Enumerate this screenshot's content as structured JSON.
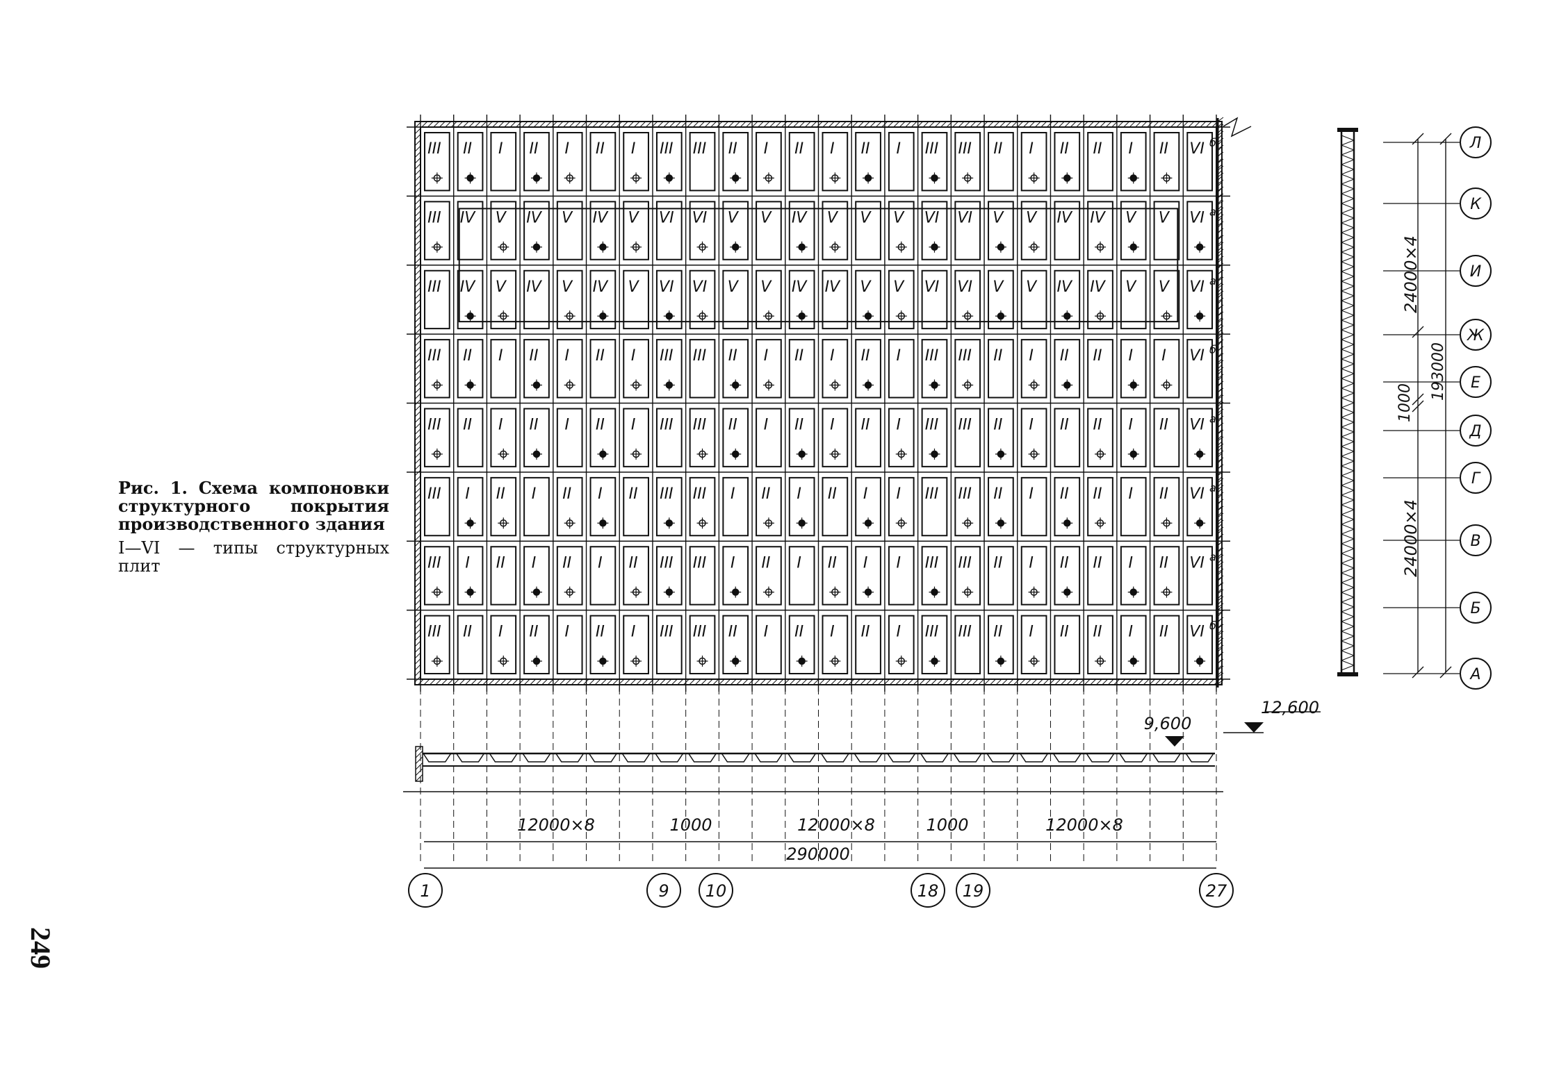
{
  "page_number": "249",
  "caption": {
    "title": "Рис. 1. Схема компоновки структурного покрытия производственного здания",
    "legend": "I—VI — типы структурных плит"
  },
  "plan": {
    "columns_count": 24,
    "rows": [
      {
        "types": [
          "III",
          "II",
          "I",
          "II",
          "I",
          "II",
          "I",
          "III",
          "III",
          "II",
          "I",
          "II",
          "I",
          "II",
          "I",
          "III",
          "III",
          "II",
          "I",
          "II",
          "II",
          "I",
          "II",
          "VI"
        ],
        "suffix": "б"
      },
      {
        "types": [
          "III",
          "IV",
          "V",
          "IV",
          "V",
          "IV",
          "V",
          "VI",
          "VI",
          "V",
          "V",
          "IV",
          "V",
          "V",
          "V",
          "VI",
          "VI",
          "V",
          "V",
          "IV",
          "IV",
          "V",
          "V",
          "VI"
        ],
        "suffix": "а"
      },
      {
        "types": [
          "III",
          "IV",
          "V",
          "IV",
          "V",
          "IV",
          "V",
          "VI",
          "VI",
          "V",
          "V",
          "IV",
          "IV",
          "V",
          "V",
          "VI",
          "VI",
          "V",
          "V",
          "IV",
          "IV",
          "V",
          "V",
          "VI"
        ],
        "suffix": "а"
      },
      {
        "types": [
          "III",
          "II",
          "I",
          "II",
          "I",
          "II",
          "I",
          "III",
          "III",
          "II",
          "I",
          "II",
          "I",
          "II",
          "I",
          "III",
          "III",
          "II",
          "I",
          "II",
          "II",
          "I",
          "I",
          "VI"
        ],
        "suffix": "б"
      },
      {
        "types": [
          "III",
          "II",
          "I",
          "II",
          "I",
          "II",
          "I",
          "III",
          "III",
          "II",
          "I",
          "II",
          "I",
          "II",
          "I",
          "III",
          "III",
          "II",
          "I",
          "II",
          "II",
          "I",
          "II",
          "VI"
        ],
        "suffix": "а"
      },
      {
        "types": [
          "III",
          "I",
          "II",
          "I",
          "II",
          "I",
          "II",
          "III",
          "III",
          "I",
          "II",
          "I",
          "II",
          "I",
          "I",
          "III",
          "III",
          "II",
          "I",
          "II",
          "II",
          "I",
          "II",
          "VI"
        ],
        "suffix": "а"
      },
      {
        "types": [
          "III",
          "I",
          "II",
          "I",
          "II",
          "I",
          "II",
          "III",
          "III",
          "I",
          "II",
          "I",
          "II",
          "I",
          "I",
          "III",
          "III",
          "II",
          "I",
          "II",
          "II",
          "I",
          "II",
          "VI"
        ],
        "suffix": "а"
      },
      {
        "types": [
          "III",
          "II",
          "I",
          "II",
          "I",
          "II",
          "I",
          "III",
          "III",
          "II",
          "I",
          "II",
          "I",
          "II",
          "I",
          "III",
          "III",
          "II",
          "I",
          "II",
          "II",
          "I",
          "II",
          "VI"
        ],
        "suffix": "б"
      }
    ]
  },
  "axes_rows": [
    "Л",
    "К",
    "И",
    "Ж",
    "Е",
    "Д",
    "Г",
    "В",
    "Б",
    "А"
  ],
  "axes_columns": [
    "1",
    "9",
    "10",
    "18",
    "19",
    "27"
  ],
  "dimensions": {
    "right_upper": "24000×4",
    "right_total": "193000",
    "right_middle": "1000",
    "right_lower": "24000×4",
    "bottom_left": "12000×8",
    "bottom_gap1": "1000",
    "bottom_mid": "12000×8",
    "bottom_gap2": "1000",
    "bottom_right": "12000×8",
    "bottom_total": "290000"
  },
  "elevations": {
    "roof": "9,600",
    "parapet": "12,600"
  }
}
